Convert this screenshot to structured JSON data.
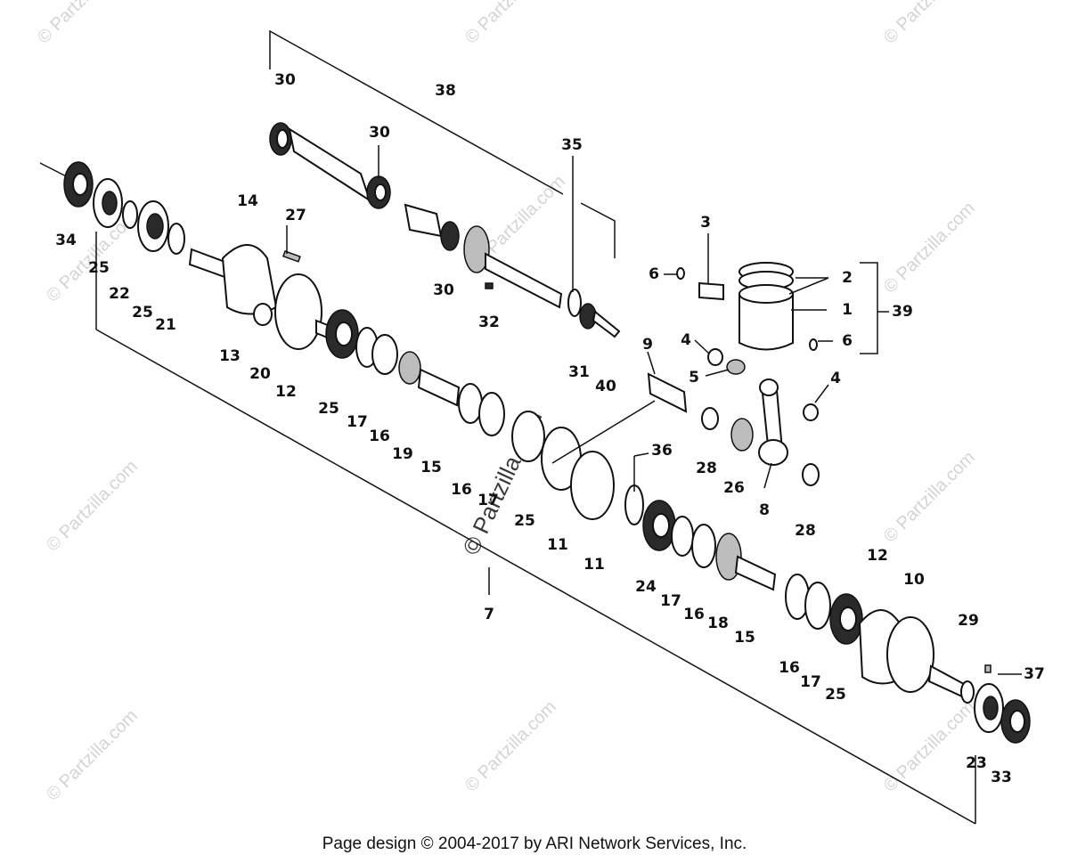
{
  "footer": {
    "text": "Page design © 2004-2017 by ARI Network Services, Inc."
  },
  "watermark": {
    "small": "© Partzilla.com",
    "center": "© Partzilla.com"
  },
  "callouts": [
    {
      "id": "c1",
      "label": "1"
    },
    {
      "id": "c2",
      "label": "2"
    },
    {
      "id": "c3",
      "label": "3"
    },
    {
      "id": "c4a",
      "label": "4"
    },
    {
      "id": "c4b",
      "label": "4"
    },
    {
      "id": "c5",
      "label": "5"
    },
    {
      "id": "c6a",
      "label": "6"
    },
    {
      "id": "c6b",
      "label": "6"
    },
    {
      "id": "c7",
      "label": "7"
    },
    {
      "id": "c8",
      "label": "8"
    },
    {
      "id": "c9",
      "label": "9"
    },
    {
      "id": "c10",
      "label": "10"
    },
    {
      "id": "c11a",
      "label": "11"
    },
    {
      "id": "c11b",
      "label": "11"
    },
    {
      "id": "c12a",
      "label": "12"
    },
    {
      "id": "c12b",
      "label": "12"
    },
    {
      "id": "c13",
      "label": "13"
    },
    {
      "id": "c14",
      "label": "14"
    },
    {
      "id": "c15a",
      "label": "15"
    },
    {
      "id": "c15b",
      "label": "15"
    },
    {
      "id": "c16a",
      "label": "16"
    },
    {
      "id": "c16b",
      "label": "16"
    },
    {
      "id": "c16c",
      "label": "16"
    },
    {
      "id": "c16d",
      "label": "16"
    },
    {
      "id": "c17a",
      "label": "17"
    },
    {
      "id": "c17b",
      "label": "17"
    },
    {
      "id": "c17c",
      "label": "17"
    },
    {
      "id": "c17d",
      "label": "17"
    },
    {
      "id": "c18",
      "label": "18"
    },
    {
      "id": "c19",
      "label": "19"
    },
    {
      "id": "c20",
      "label": "20"
    },
    {
      "id": "c21",
      "label": "21"
    },
    {
      "id": "c22",
      "label": "22"
    },
    {
      "id": "c23",
      "label": "23"
    },
    {
      "id": "c24",
      "label": "24"
    },
    {
      "id": "c25a",
      "label": "25"
    },
    {
      "id": "c25b",
      "label": "25"
    },
    {
      "id": "c25c",
      "label": "25"
    },
    {
      "id": "c25d",
      "label": "25"
    },
    {
      "id": "c25e",
      "label": "25"
    },
    {
      "id": "c26",
      "label": "26"
    },
    {
      "id": "c27",
      "label": "27"
    },
    {
      "id": "c28a",
      "label": "28"
    },
    {
      "id": "c28b",
      "label": "28"
    },
    {
      "id": "c29",
      "label": "29"
    },
    {
      "id": "c30a",
      "label": "30"
    },
    {
      "id": "c30b",
      "label": "30"
    },
    {
      "id": "c30c",
      "label": "30"
    },
    {
      "id": "c31",
      "label": "31"
    },
    {
      "id": "c32",
      "label": "32"
    },
    {
      "id": "c33",
      "label": "33"
    },
    {
      "id": "c34",
      "label": "34"
    },
    {
      "id": "c35",
      "label": "35"
    },
    {
      "id": "c36",
      "label": "36"
    },
    {
      "id": "c37",
      "label": "37"
    },
    {
      "id": "c38",
      "label": "38"
    },
    {
      "id": "c39",
      "label": "39"
    },
    {
      "id": "c40",
      "label": "40"
    }
  ]
}
